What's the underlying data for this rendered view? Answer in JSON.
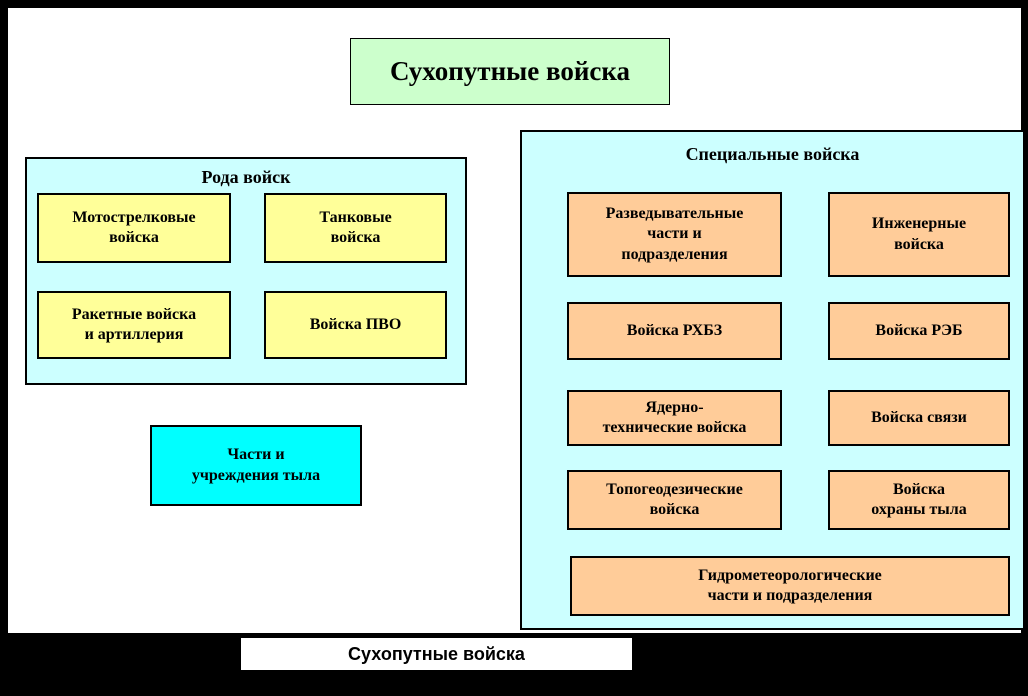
{
  "header": {
    "title": "Сухопутные  войска"
  },
  "roda_panel": {
    "title": "Рода войск",
    "boxes": [
      {
        "label": "Мотострелковые\nвойска"
      },
      {
        "label": "Танковые\nвойска"
      },
      {
        "label": "Ракетные войска\nи артиллерия"
      },
      {
        "label": "Войска ПВО"
      }
    ]
  },
  "rear_services_box": {
    "label": "Части и\nучреждения тыла"
  },
  "special_panel": {
    "title": "Специальные войска",
    "left_boxes": [
      {
        "label": "Разведывательные\nчасти и\nподразделения"
      },
      {
        "label": "Войска РХБЗ"
      },
      {
        "label": "Ядерно-\nтехнические войска"
      },
      {
        "label": "Топогеодезические\nвойска"
      }
    ],
    "right_boxes": [
      {
        "label": "Инженерные\nвойска"
      },
      {
        "label": "Войска РЭБ"
      },
      {
        "label": "Войска связи"
      },
      {
        "label": "Войска\nохраны тыла"
      }
    ],
    "wide_box": {
      "label": "Гидрометеорологические\nчасти и подразделения"
    }
  },
  "caption": {
    "label": "Сухопутные войска"
  },
  "colors": {
    "background": "#000000",
    "page_bg": "#ffffff",
    "title_bg": "#ccffcc",
    "panel_bg": "#ccffff",
    "branch_box_bg": "#ffff99",
    "rear_box_bg": "#00ffff",
    "special_box_bg": "#ffcc99",
    "caption_bg": "#ffffff",
    "border": "#000000",
    "text": "#000000"
  }
}
